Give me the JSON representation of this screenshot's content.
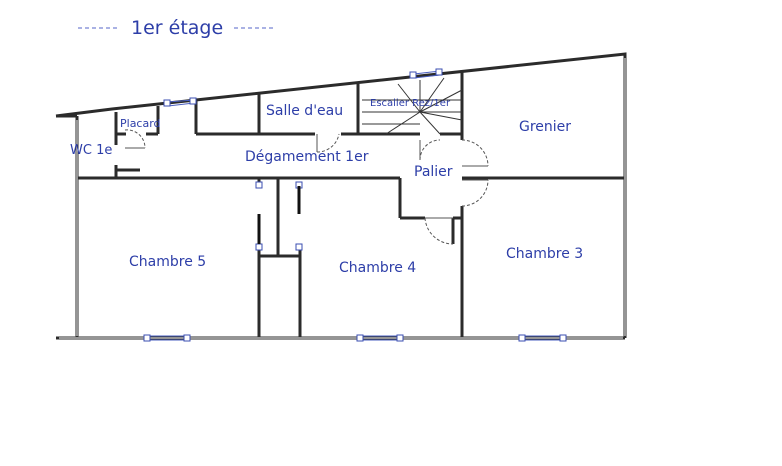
{
  "floor": {
    "title": "1er étage"
  },
  "rooms": {
    "placard": "Placard",
    "wc": "WC 1e",
    "salle_deau": "Salle d'eau",
    "escalier": "Escalier Rez/1er",
    "grenier": "Grenier",
    "degagement": "Dégamement 1er",
    "palier": "Palier",
    "chambre5": "Chambre 5",
    "chambre4": "Chambre 4",
    "chambre3": "Chambre 3"
  },
  "colors": {
    "labels": "#2d3ea8",
    "walls": "#2b2b2b",
    "windows": "#3a4db0"
  }
}
